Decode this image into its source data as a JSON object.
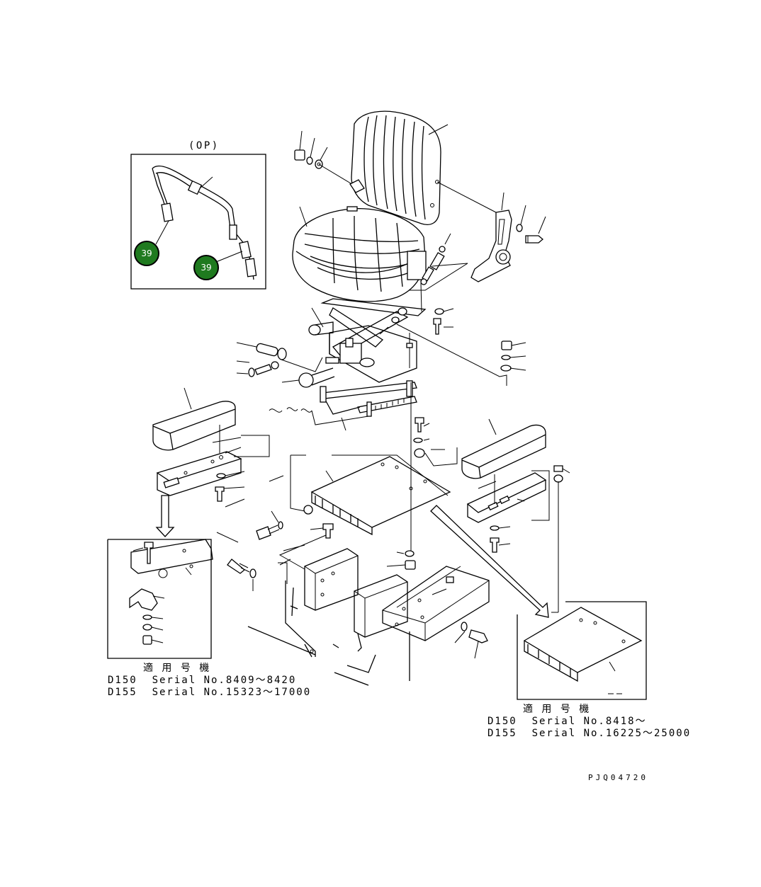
{
  "inset_label": "(OP)",
  "callouts": [
    "39",
    "39"
  ],
  "applicability_left": {
    "heading": "適 用 号 機",
    "rows": [
      "D150  Serial No.8409～8420",
      "D155  Serial No.15323～17000"
    ]
  },
  "applicability_right": {
    "heading": "適 用 号 機",
    "rows": [
      "D150  Serial No.8418～",
      "D155  Serial No.16225～25000"
    ]
  },
  "drawing_number": "PJQ04720"
}
